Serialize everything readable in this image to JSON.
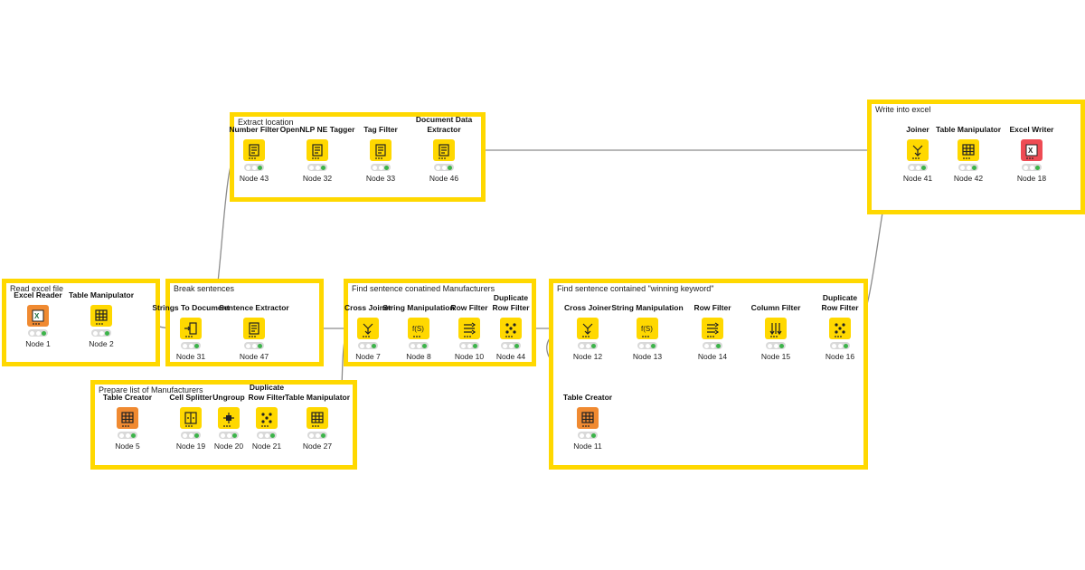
{
  "annotations": [
    {
      "id": "read",
      "title": "Read excel file"
    },
    {
      "id": "prepare",
      "title": "Prepare list of Manufacturers"
    },
    {
      "id": "break",
      "title": "Break sentences"
    },
    {
      "id": "extract",
      "title": "Extract location"
    },
    {
      "id": "find_manu",
      "title": "Find sentence conatined Manufacturers"
    },
    {
      "id": "find_kw",
      "title": "Find sentence contained \"winning keyword\""
    },
    {
      "id": "write",
      "title": "Write into excel"
    }
  ],
  "nodes": [
    {
      "id": "n1",
      "label": "Excel Reader",
      "name": "Node 1",
      "color": "#F08A31",
      "icon": "excel-reader-icon"
    },
    {
      "id": "n2",
      "label": "Table Manipulator",
      "name": "Node 2",
      "color": "#FFD800",
      "icon": "table-manipulator-icon"
    },
    {
      "id": "n5",
      "label": "Table Creator",
      "name": "Node 5",
      "color": "#F08A31",
      "icon": "table-creator-icon"
    },
    {
      "id": "n19",
      "label": "Cell Splitter",
      "name": "Node 19",
      "color": "#FFD800",
      "icon": "cell-splitter-icon"
    },
    {
      "id": "n20",
      "label": "Ungroup",
      "name": "Node 20",
      "color": "#FFD800",
      "icon": "ungroup-icon"
    },
    {
      "id": "n21",
      "label": "Duplicate\nRow Filter",
      "name": "Node 21",
      "color": "#FFD800",
      "icon": "duplicate-row-filter-icon"
    },
    {
      "id": "n27",
      "label": "Table Manipulator",
      "name": "Node 27",
      "color": "#FFD800",
      "icon": "table-manipulator-icon"
    },
    {
      "id": "n31",
      "label": "Strings To Document",
      "name": "Node 31",
      "color": "#FFD800",
      "icon": "strings-to-document-icon"
    },
    {
      "id": "n47",
      "label": "Sentence Extractor",
      "name": "Node 47",
      "color": "#FFD800",
      "icon": "sentence-extractor-icon"
    },
    {
      "id": "n43",
      "label": "Number Filter",
      "name": "Node 43",
      "color": "#FFD800",
      "icon": "number-filter-icon"
    },
    {
      "id": "n32",
      "label": "OpenNLP NE Tagger",
      "name": "Node 32",
      "color": "#FFD800",
      "icon": "ne-tagger-icon"
    },
    {
      "id": "n33",
      "label": "Tag Filter",
      "name": "Node 33",
      "color": "#FFD800",
      "icon": "tag-filter-icon"
    },
    {
      "id": "n46",
      "label": "Document Data\nExtractor",
      "name": "Node 46",
      "color": "#FFD800",
      "icon": "document-data-extractor-icon"
    },
    {
      "id": "n7",
      "label": "Cross Joiner",
      "name": "Node 7",
      "color": "#FFD800",
      "icon": "cross-joiner-icon"
    },
    {
      "id": "n8",
      "label": "String Manipulation",
      "name": "Node 8",
      "color": "#FFD800",
      "icon": "string-manipulation-icon"
    },
    {
      "id": "n10",
      "label": "Row Filter",
      "name": "Node 10",
      "color": "#FFD800",
      "icon": "row-filter-icon"
    },
    {
      "id": "n44",
      "label": "Duplicate\nRow Filter",
      "name": "Node 44",
      "color": "#FFD800",
      "icon": "duplicate-row-filter-icon"
    },
    {
      "id": "n12",
      "label": "Cross Joiner",
      "name": "Node 12",
      "color": "#FFD800",
      "icon": "cross-joiner-icon"
    },
    {
      "id": "n13",
      "label": "String Manipulation",
      "name": "Node 13",
      "color": "#FFD800",
      "icon": "string-manipulation-icon"
    },
    {
      "id": "n14",
      "label": "Row Filter",
      "name": "Node 14",
      "color": "#FFD800",
      "icon": "row-filter-icon"
    },
    {
      "id": "n15",
      "label": "Column Filter",
      "name": "Node 15",
      "color": "#FFD800",
      "icon": "column-filter-icon"
    },
    {
      "id": "n16",
      "label": "Duplicate\nRow Filter",
      "name": "Node 16",
      "color": "#FFD800",
      "icon": "duplicate-row-filter-icon"
    },
    {
      "id": "n11",
      "label": "Table Creator",
      "name": "Node 11",
      "color": "#F08A31",
      "icon": "table-creator-icon"
    },
    {
      "id": "n41",
      "label": "Joiner",
      "name": "Node 41",
      "color": "#FFD800",
      "icon": "joiner-icon"
    },
    {
      "id": "n42",
      "label": "Table Manipulator",
      "name": "Node 42",
      "color": "#FFD800",
      "icon": "table-manipulator-icon"
    },
    {
      "id": "n18",
      "label": "Excel Writer",
      "name": "Node 18",
      "color": "#EE4B54",
      "icon": "excel-writer-icon"
    }
  ]
}
